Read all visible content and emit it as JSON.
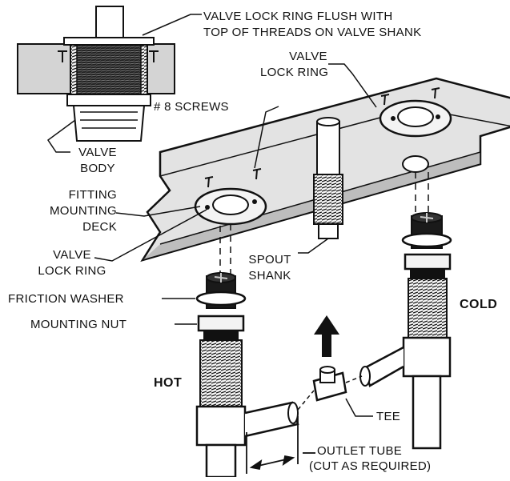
{
  "labels": {
    "lock_ring_flush_1": "VALVE LOCK RING FLUSH WITH",
    "lock_ring_flush_2": "TOP OF THREADS ON VALVE SHANK",
    "valve_lock_ring_right_1": "VALVE",
    "valve_lock_ring_right_2": "LOCK RING",
    "screws": "# 8 SCREWS",
    "valve_body_1": "VALVE",
    "valve_body_2": "BODY",
    "fitting_deck_1": "FITTING",
    "fitting_deck_2": "MOUNTING",
    "fitting_deck_3": "DECK",
    "valve_lock_ring_left_1": "VALVE",
    "valve_lock_ring_left_2": "LOCK RING",
    "spout_shank_1": "SPOUT",
    "spout_shank_2": "SHANK",
    "friction_washer": "FRICTION WASHER",
    "mounting_nut": "MOUNTING NUT",
    "cold": "COLD",
    "hot": "HOT",
    "tee": "TEE",
    "outlet_tube_1": "OUTLET TUBE",
    "outlet_tube_2": "(CUT AS REQUIRED)"
  },
  "colors": {
    "ink": "#111111",
    "deck_fill": "#d9d9d9",
    "deck_shadow": "#bdbdbd",
    "metal": "#f2f2f2",
    "dark": "#1a1a1a"
  }
}
